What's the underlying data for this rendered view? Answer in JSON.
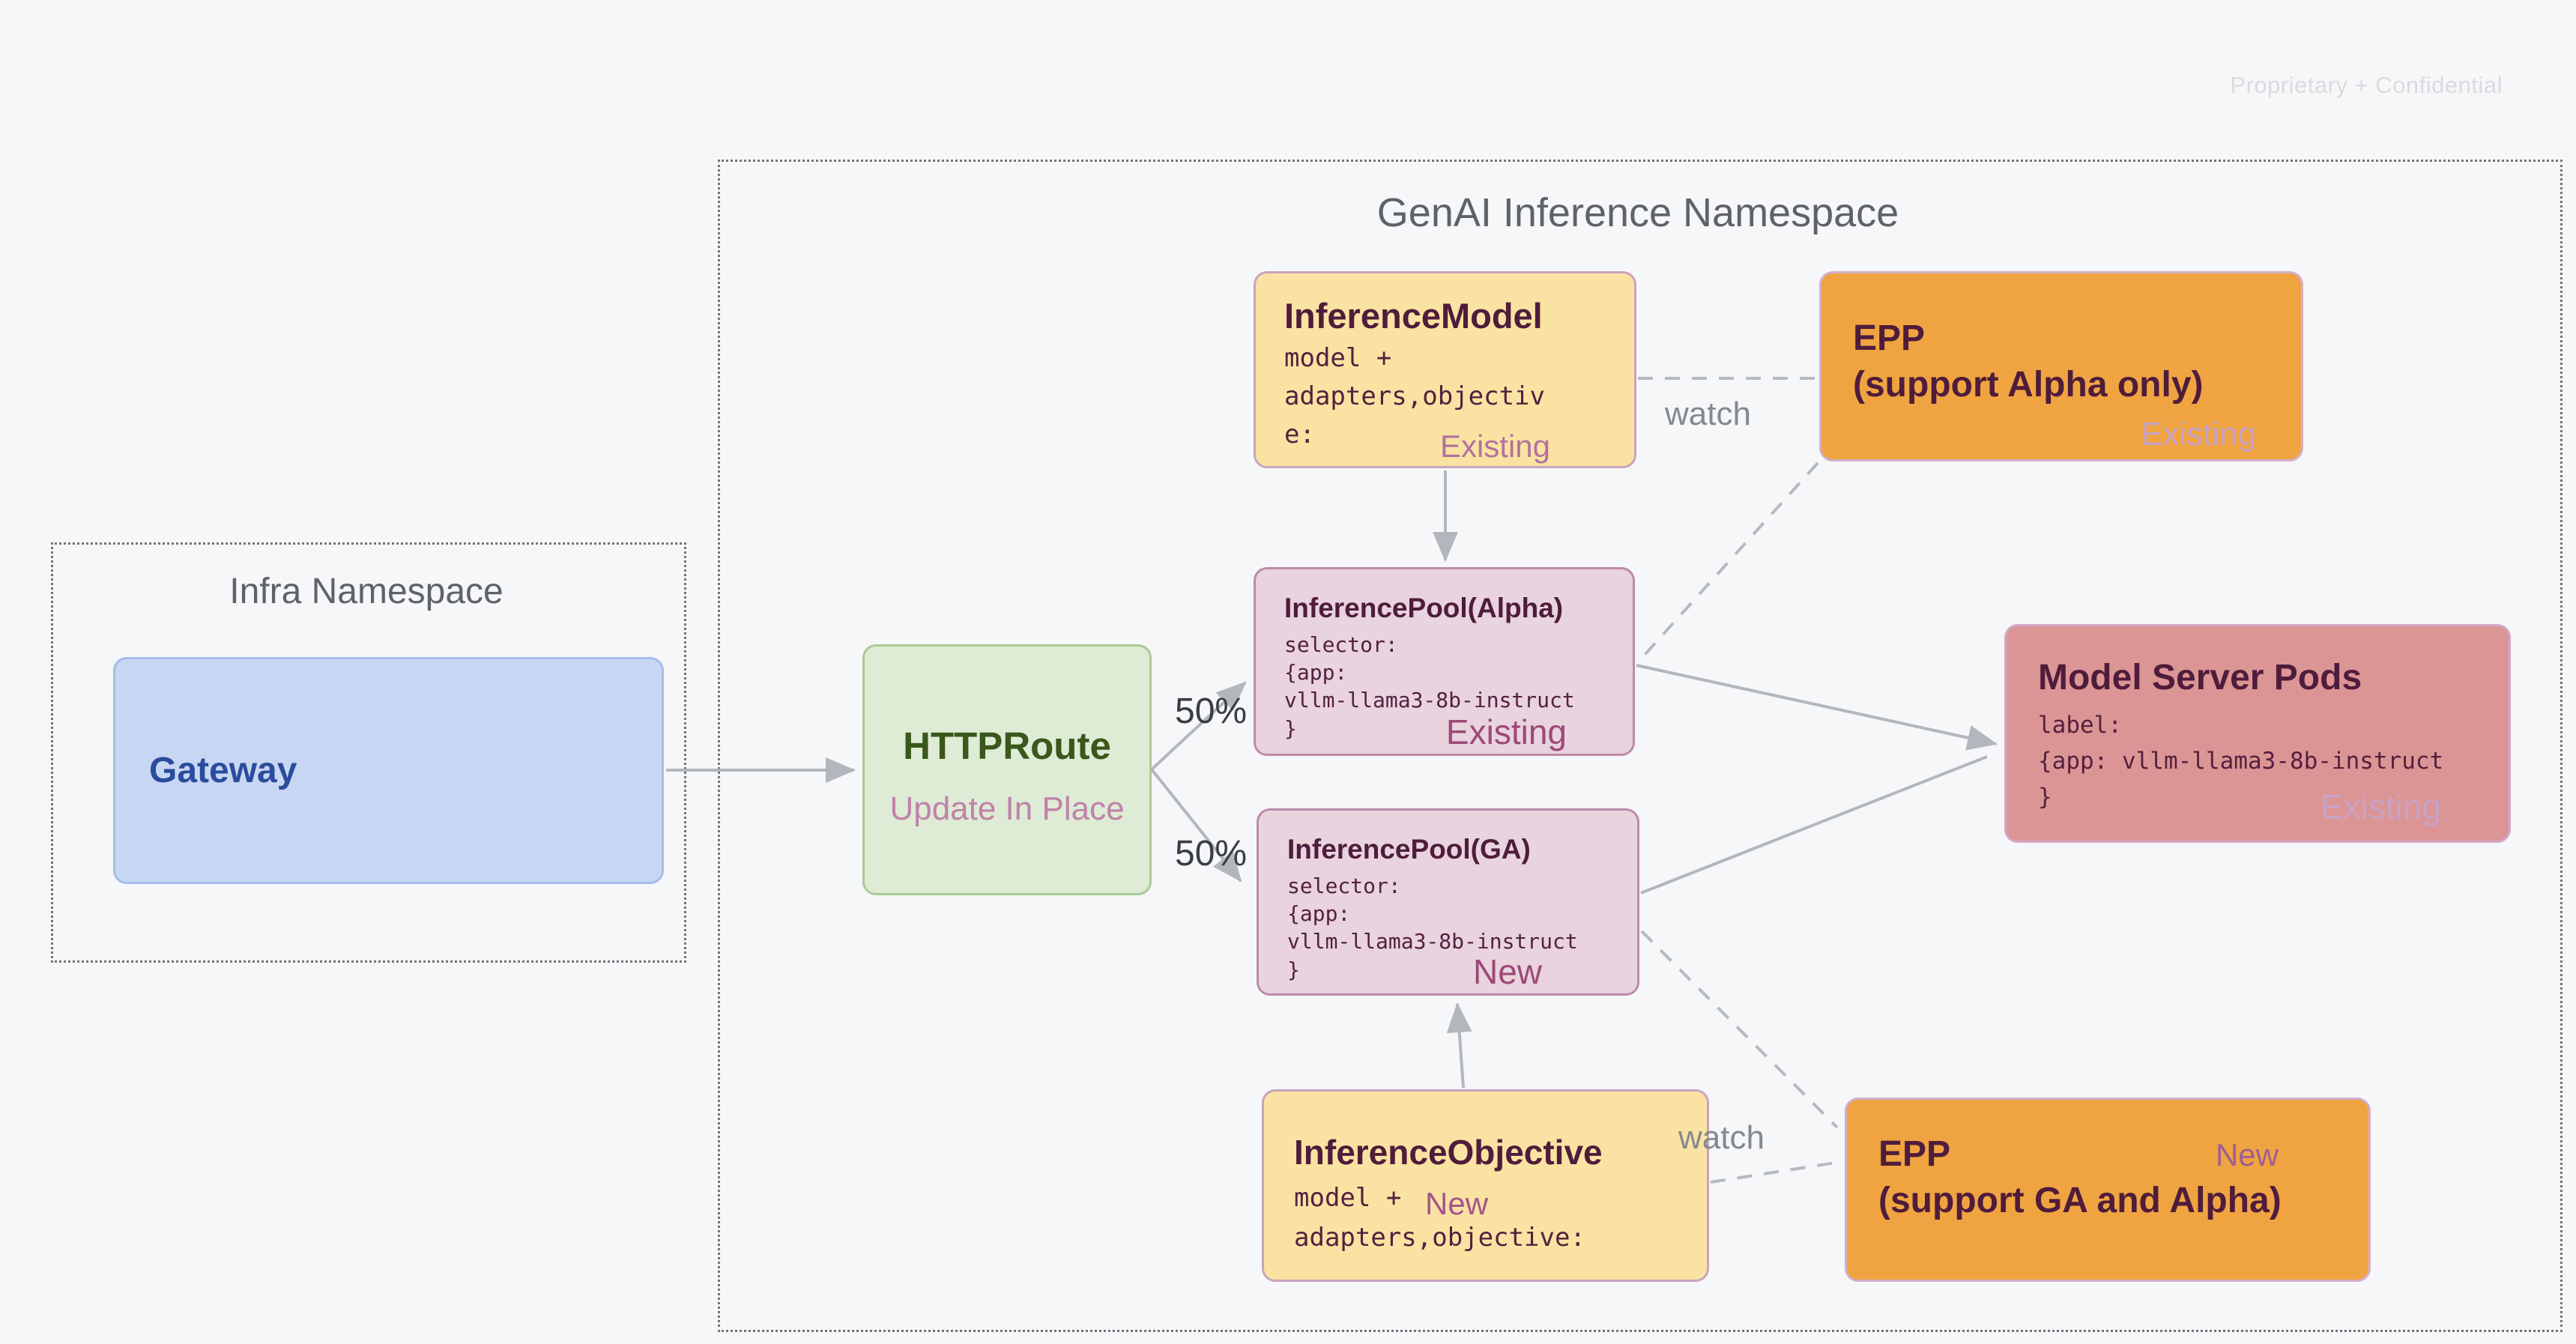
{
  "page": {
    "watermark": "Proprietary + Confidential"
  },
  "namespaces": {
    "infra": {
      "title": "Infra Namespace"
    },
    "genai": {
      "title": "GenAI Inference Namespace"
    }
  },
  "nodes": {
    "gateway": {
      "title": "Gateway"
    },
    "httproute": {
      "title": "HTTPRoute",
      "subtitle": "Update In Place"
    },
    "inference_model": {
      "title": "InferenceModel",
      "code": "model +\nadapters,objectiv\ne:",
      "badge": "Existing"
    },
    "epp_alpha": {
      "title": "EPP\n(support Alpha only)",
      "badge": "Existing"
    },
    "pool_alpha": {
      "title": "InferencePool(Alpha)",
      "code": "selector:\n{app:\nvllm-llama3-8b-instruct\n}",
      "badge": "Existing"
    },
    "pool_ga": {
      "title": "InferencePool(GA)",
      "code": "selector:\n{app:\nvllm-llama3-8b-instruct\n}",
      "badge": "New"
    },
    "model_server": {
      "title": "Model Server Pods",
      "code": "label:\n{app: vllm-llama3-8b-instruct\n}",
      "badge": "Existing"
    },
    "inference_objective": {
      "title": "InferenceObjective",
      "code": "model +\nadapters,objective:",
      "badge": "New"
    },
    "epp_ga": {
      "title": "EPP\n(support GA and Alpha)",
      "badge": "New"
    }
  },
  "edges": {
    "split_top_label": "50%",
    "split_bottom_label": "50%",
    "watch_top_label": "watch",
    "watch_bottom_label": "watch"
  },
  "colors": {
    "background": "#f6f7f9",
    "yellow_box": "#fae3a2",
    "orange_box": "#f0a441",
    "pool_box": "#e8d3de",
    "server_box": "#dc9595",
    "gateway_box": "#c7d6f2",
    "httproute_box": "#deebd5",
    "dark_text": "#4f1c3b",
    "arrow_gray": "#b3b7bd",
    "namespace_gray": "#5f6368"
  }
}
